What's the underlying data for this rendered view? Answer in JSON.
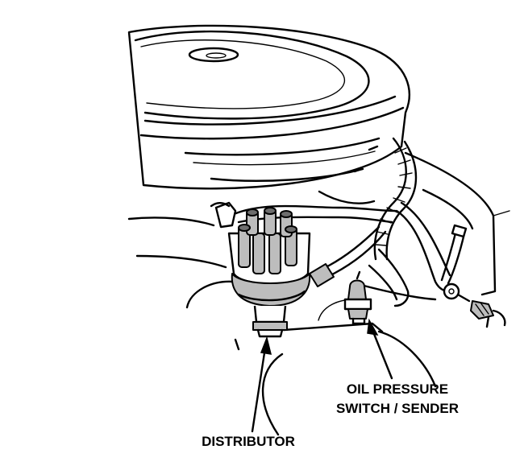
{
  "callouts": {
    "oil_pressure_line1": "OIL PRESSURE",
    "oil_pressure_line2": "SWITCH / SENDER",
    "distributor": "DISTRIBUTOR"
  },
  "colors": {
    "line": "#000000",
    "background": "#ffffff",
    "shade": "#bdbdbd"
  }
}
